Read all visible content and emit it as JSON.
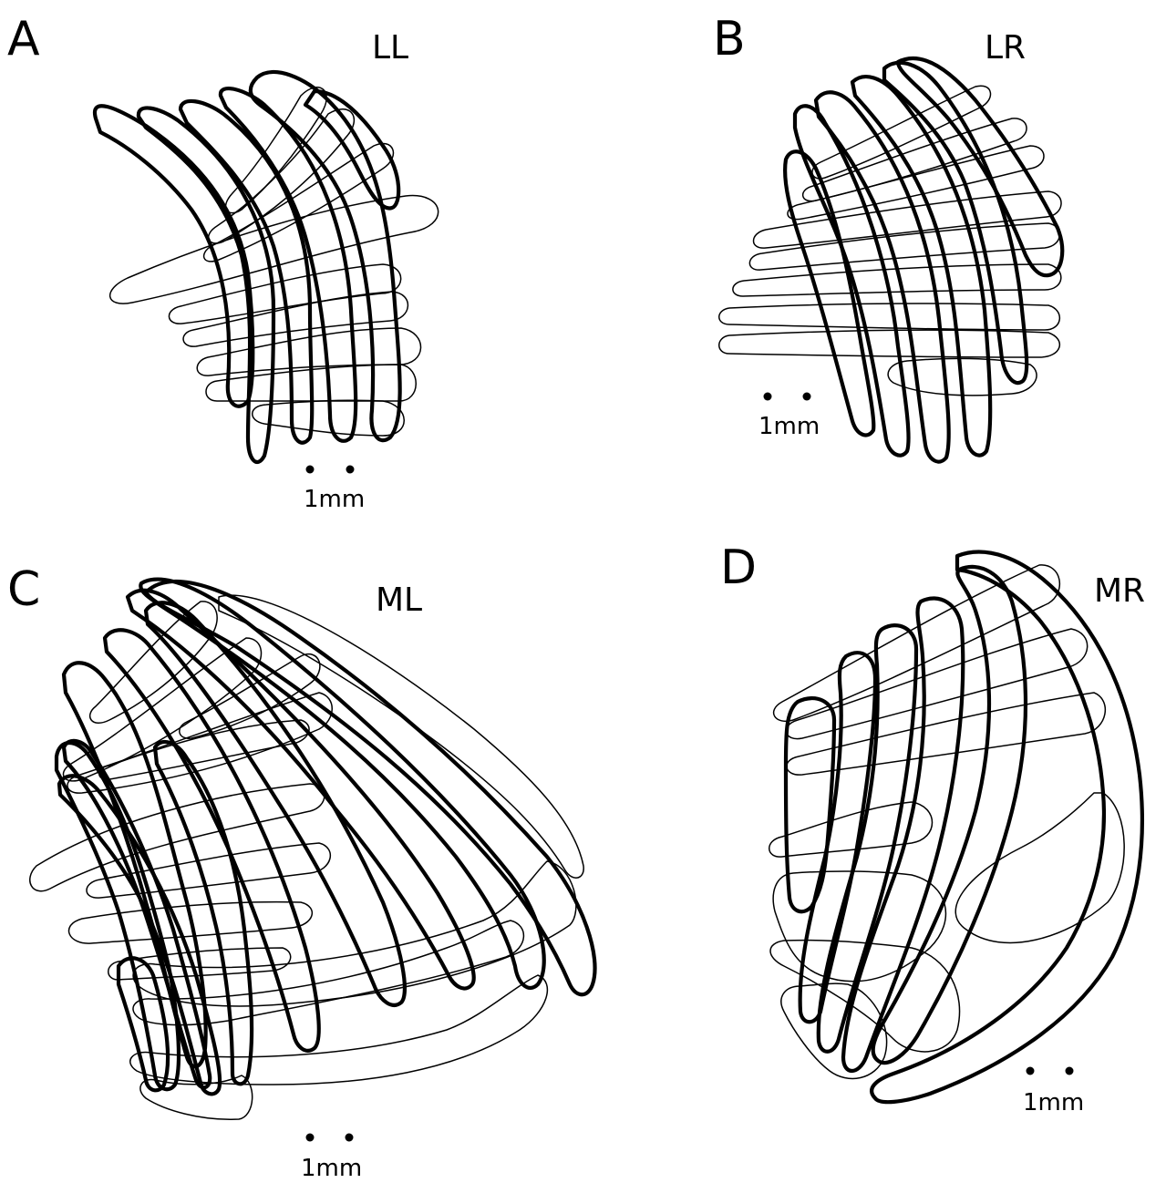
{
  "panels": [
    {
      "letter": "A",
      "label": "LL",
      "scale_label": "1mm"
    },
    {
      "letter": "B",
      "label": "LR",
      "scale_label": "1mm"
    },
    {
      "letter": "C",
      "label": "ML",
      "scale_label": "1mm"
    },
    {
      "letter": "D",
      "label": "MR",
      "scale_label": "1mm"
    }
  ],
  "colors": {
    "stroke": "#000000",
    "background": "#ffffff"
  }
}
